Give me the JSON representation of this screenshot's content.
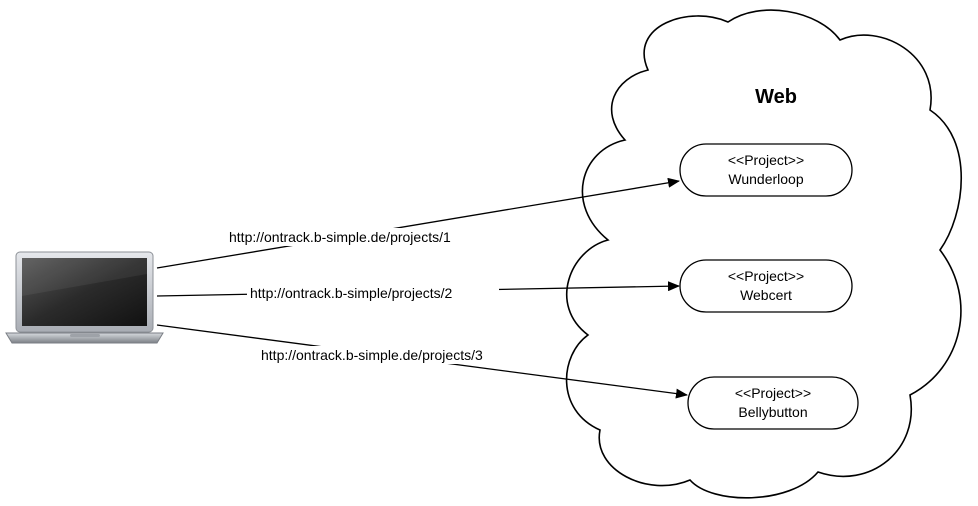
{
  "cloud": {
    "title": "Web"
  },
  "projects": [
    {
      "stereotype": "<<Project>>",
      "name": "Wunderloop"
    },
    {
      "stereotype": "<<Project>>",
      "name": "Webcert"
    },
    {
      "stereotype": "<<Project>>",
      "name": "Bellybutton"
    }
  ],
  "links": [
    {
      "url": "http://ontrack.b-simple.de/projects/1"
    },
    {
      "url": "http://ontrack.b-simple/projects/2"
    },
    {
      "url": "http://ontrack.b-simple.de/projects/3"
    }
  ],
  "client": {
    "icon": "laptop-icon"
  }
}
